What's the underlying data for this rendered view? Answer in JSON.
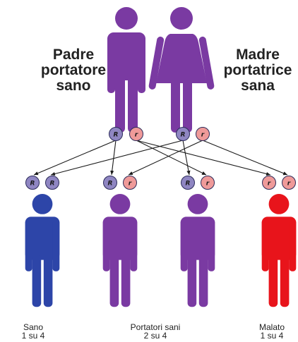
{
  "parents": [
    {
      "id": "father",
      "label_lines": [
        "Padre",
        "portatore",
        "sano"
      ],
      "figure": "male",
      "alleles": [
        "R",
        "r"
      ],
      "color": "#7a3aa2"
    },
    {
      "id": "mother",
      "label_lines": [
        "Madre",
        "portatrice",
        "sana"
      ],
      "figure": "female",
      "alleles": [
        "R",
        "r"
      ],
      "color": "#7a3aa2"
    }
  ],
  "children": [
    {
      "id": "child-1",
      "alleles": [
        "R",
        "R"
      ],
      "color": "#2d45a8"
    },
    {
      "id": "child-2",
      "alleles": [
        "R",
        "r"
      ],
      "color": "#7a3aa2"
    },
    {
      "id": "child-3",
      "alleles": [
        "R",
        "r"
      ],
      "color": "#7a3aa2"
    },
    {
      "id": "child-4",
      "alleles": [
        "r",
        "r"
      ],
      "color": "#e8141b"
    }
  ],
  "captions": [
    {
      "id": "sano",
      "lines": [
        "Sano",
        "1 su 4"
      ]
    },
    {
      "id": "portatori-sani",
      "lines": [
        "Portatori sani",
        "2 su 4"
      ]
    },
    {
      "id": "malato",
      "lines": [
        "Malato",
        "1 su 4"
      ]
    }
  ],
  "allele_colors": {
    "R": "#8f86c2",
    "r": "#ef9a99"
  }
}
